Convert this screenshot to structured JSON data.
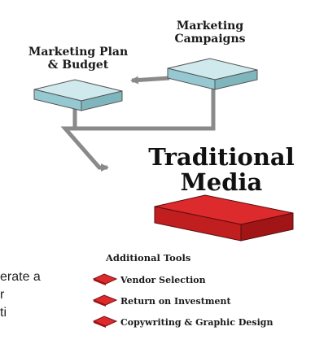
{
  "nodes": {
    "plan_budget": {
      "label_line1": "Marketing Plan",
      "label_line2": "& Budget"
    },
    "campaigns": {
      "label_line1": "Marketing",
      "label_line2": "Campaigns"
    },
    "traditional_media": {
      "label_line1": "Traditional",
      "label_line2": "Media"
    }
  },
  "tools": {
    "heading": "Additional Tools",
    "items": [
      {
        "label": "Vendor Selection"
      },
      {
        "label": "Return on Investment"
      },
      {
        "label": "Copywriting & Graphic Design"
      }
    ]
  },
  "clipped_text": {
    "line1": "erate a",
    "line2": "r",
    "line3": "ti"
  },
  "colors": {
    "teal_box_top": "#cde8ec",
    "teal_box_side": "#8fc4cc",
    "red_box_top": "#d8282a",
    "red_box_side": "#a31517",
    "connector": "#888888"
  }
}
